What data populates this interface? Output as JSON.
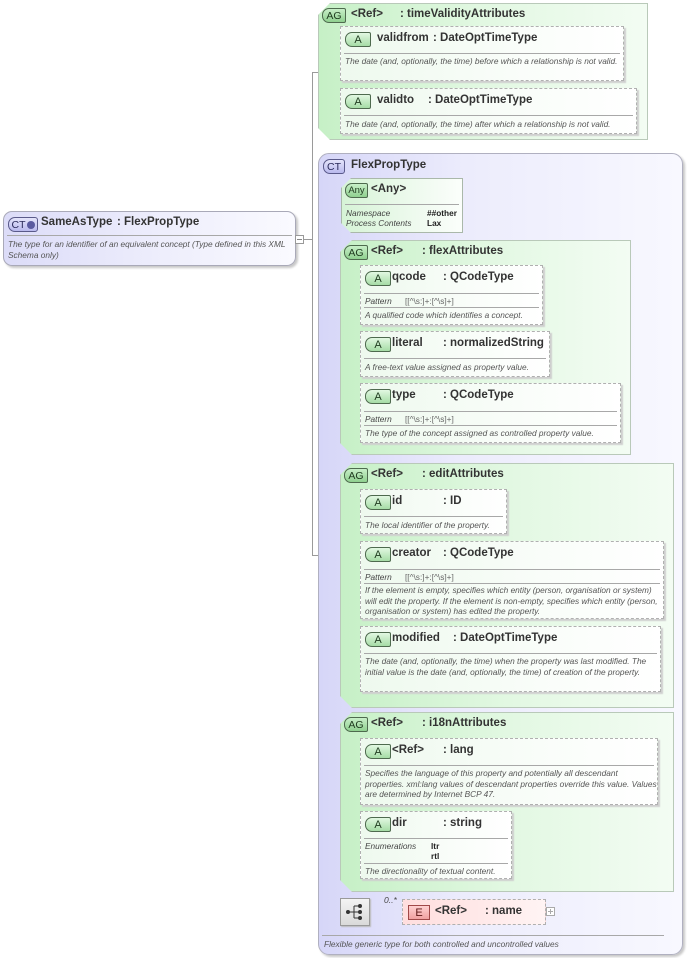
{
  "root": {
    "badge": "CT",
    "name": "SameAsType",
    "type": ": FlexPropType",
    "doc": "The type for an identifier of an equivalent concept (Type defined in this XML Schema only)"
  },
  "timeValidity": {
    "badge": "AG",
    "ref": "<Ref>",
    "name": ": timeValidityAttributes",
    "attributes": [
      {
        "badge": "A",
        "name": "validfrom",
        "type": ": DateOptTimeType",
        "doc": "The date (and, optionally, the time) before which a relationship is not valid."
      },
      {
        "badge": "A",
        "name": "validto",
        "type": ": DateOptTimeType",
        "doc": "The date (and, optionally, the time) after which a relationship is not valid."
      }
    ]
  },
  "flexPropType": {
    "badge": "CT",
    "name": "FlexPropType",
    "doc": "Flexible generic type for both controlled and uncontrolled values",
    "any": {
      "badge": "Any",
      "name": "<Any>",
      "namespace_label": "Namespace",
      "namespace_value": "##other",
      "process_label": "Process Contents",
      "process_value": "Lax"
    },
    "flexAttributes": {
      "badge": "AG",
      "ref": "<Ref>",
      "name": ": flexAttributes",
      "attributes": [
        {
          "badge": "A",
          "name": "qcode",
          "type": ": QCodeType",
          "pattern_label": "Pattern",
          "pattern": "[[^\\s:]+:[^\\s]+]",
          "doc": "A qualified code which identifies a concept."
        },
        {
          "badge": "A",
          "name": "literal",
          "type": ": normalizedString",
          "doc": "A free-text value assigned as property value."
        },
        {
          "badge": "A",
          "name": "type",
          "type": ": QCodeType",
          "pattern_label": "Pattern",
          "pattern": "[[^\\s:]+:[^\\s]+]",
          "doc": "The type of the concept assigned as controlled property value."
        }
      ]
    },
    "editAttributes": {
      "badge": "AG",
      "ref": "<Ref>",
      "name": ": editAttributes",
      "attributes": [
        {
          "badge": "A",
          "name": "id",
          "type": ": ID",
          "doc": "The local identifier of the property."
        },
        {
          "badge": "A",
          "name": "creator",
          "type": ": QCodeType",
          "pattern_label": "Pattern",
          "pattern": "[[^\\s:]+:[^\\s]+]",
          "doc": "If the element is empty, specifies which entity (person, organisation or system) will edit the property. If the element is non-empty, specifies which entity (person, organisation or system) has edited the property."
        },
        {
          "badge": "A",
          "name": "modified",
          "type": ": DateOptTimeType",
          "doc": "The date (and, optionally, the time) when the property was last modified. The initial value is the date (and, optionally, the time) of creation of the property."
        }
      ]
    },
    "i18nAttributes": {
      "badge": "AG",
      "ref": "<Ref>",
      "name": ": i18nAttributes",
      "attributes": [
        {
          "badge": "A",
          "name": "<Ref>",
          "type": ": lang",
          "doc": "Specifies the language of this property and potentially all descendant properties. xml:lang values of descendant properties override this value. Values are determined by Internet BCP 47."
        },
        {
          "badge": "A",
          "name": "dir",
          "type": ": string",
          "enum_label": "Enumerations",
          "enum_values": [
            "ltr",
            "rtl"
          ],
          "doc": "The directionality of textual content."
        }
      ]
    },
    "sequence": {
      "cardinality": "0..*",
      "element": {
        "badge": "E",
        "ref": "<Ref>",
        "name": ": name"
      }
    }
  }
}
